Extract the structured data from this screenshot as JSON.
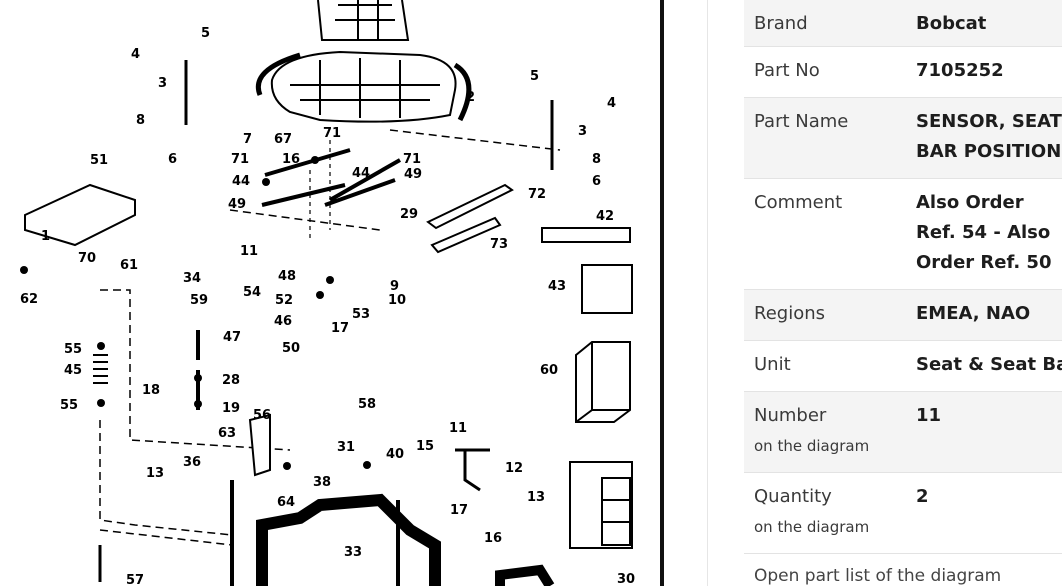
{
  "diagram": {
    "callouts": [
      "1",
      "2",
      "3",
      "4",
      "5",
      "6",
      "7",
      "8",
      "9",
      "10",
      "11",
      "12",
      "13",
      "15",
      "16",
      "17",
      "18",
      "19",
      "28",
      "29",
      "30",
      "31",
      "33",
      "34",
      "36",
      "38",
      "40",
      "42",
      "43",
      "44",
      "45",
      "46",
      "47",
      "48",
      "49",
      "50",
      "51",
      "52",
      "53",
      "54",
      "55",
      "56",
      "57",
      "58",
      "59",
      "60",
      "61",
      "62",
      "63",
      "64",
      "67",
      "70",
      "71",
      "72",
      "73"
    ]
  },
  "part_info": {
    "rows": [
      {
        "label": "Brand",
        "value": "Bobcat"
      },
      {
        "label": "Part No",
        "value": "7105252"
      },
      {
        "label": "Part Name",
        "value": "SENSOR, SEAT BAR POSITION"
      },
      {
        "label": "Comment",
        "value": "Also Order Ref. 54 - Also Order Ref. 50"
      },
      {
        "label": "Regions",
        "value": "EMEA, NAO"
      },
      {
        "label": "Unit",
        "value": "Seat & Seat Bar"
      },
      {
        "label": "Number",
        "sublabel": "on the diagram",
        "value": "11"
      },
      {
        "label": "Quantity",
        "sublabel": "on the diagram",
        "value": "2"
      }
    ],
    "open_list_link": "Open part list of the diagram"
  }
}
